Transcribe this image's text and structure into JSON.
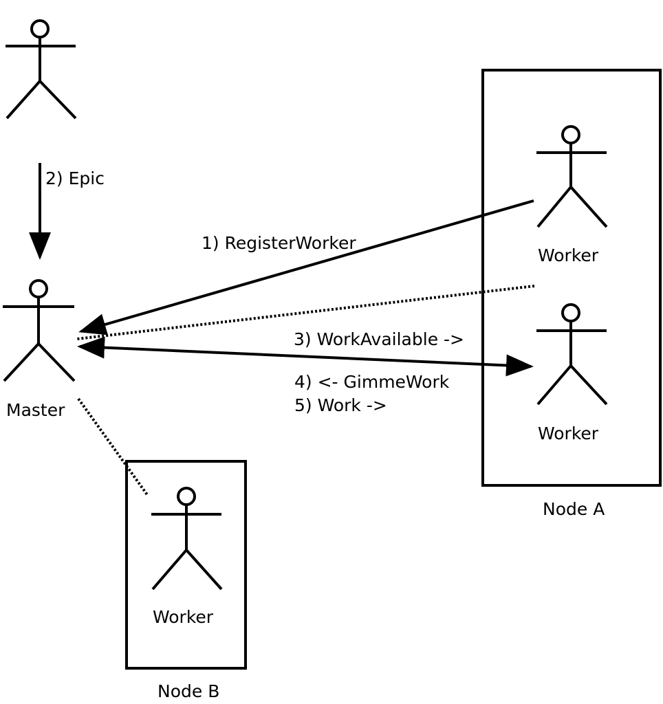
{
  "labels": {
    "epic": "2) Epic",
    "register_worker": "1) RegisterWorker",
    "work_available": "3) WorkAvailable ->",
    "gimme_work": "4) <- GimmeWork",
    "work": "5) Work ->",
    "master": "Master",
    "worker_a1": "Worker",
    "worker_a2": "Worker",
    "worker_b": "Worker",
    "node_a": "Node A",
    "node_b": "Node B"
  },
  "colors": {
    "ink": "#000000",
    "background": "#ffffff"
  }
}
